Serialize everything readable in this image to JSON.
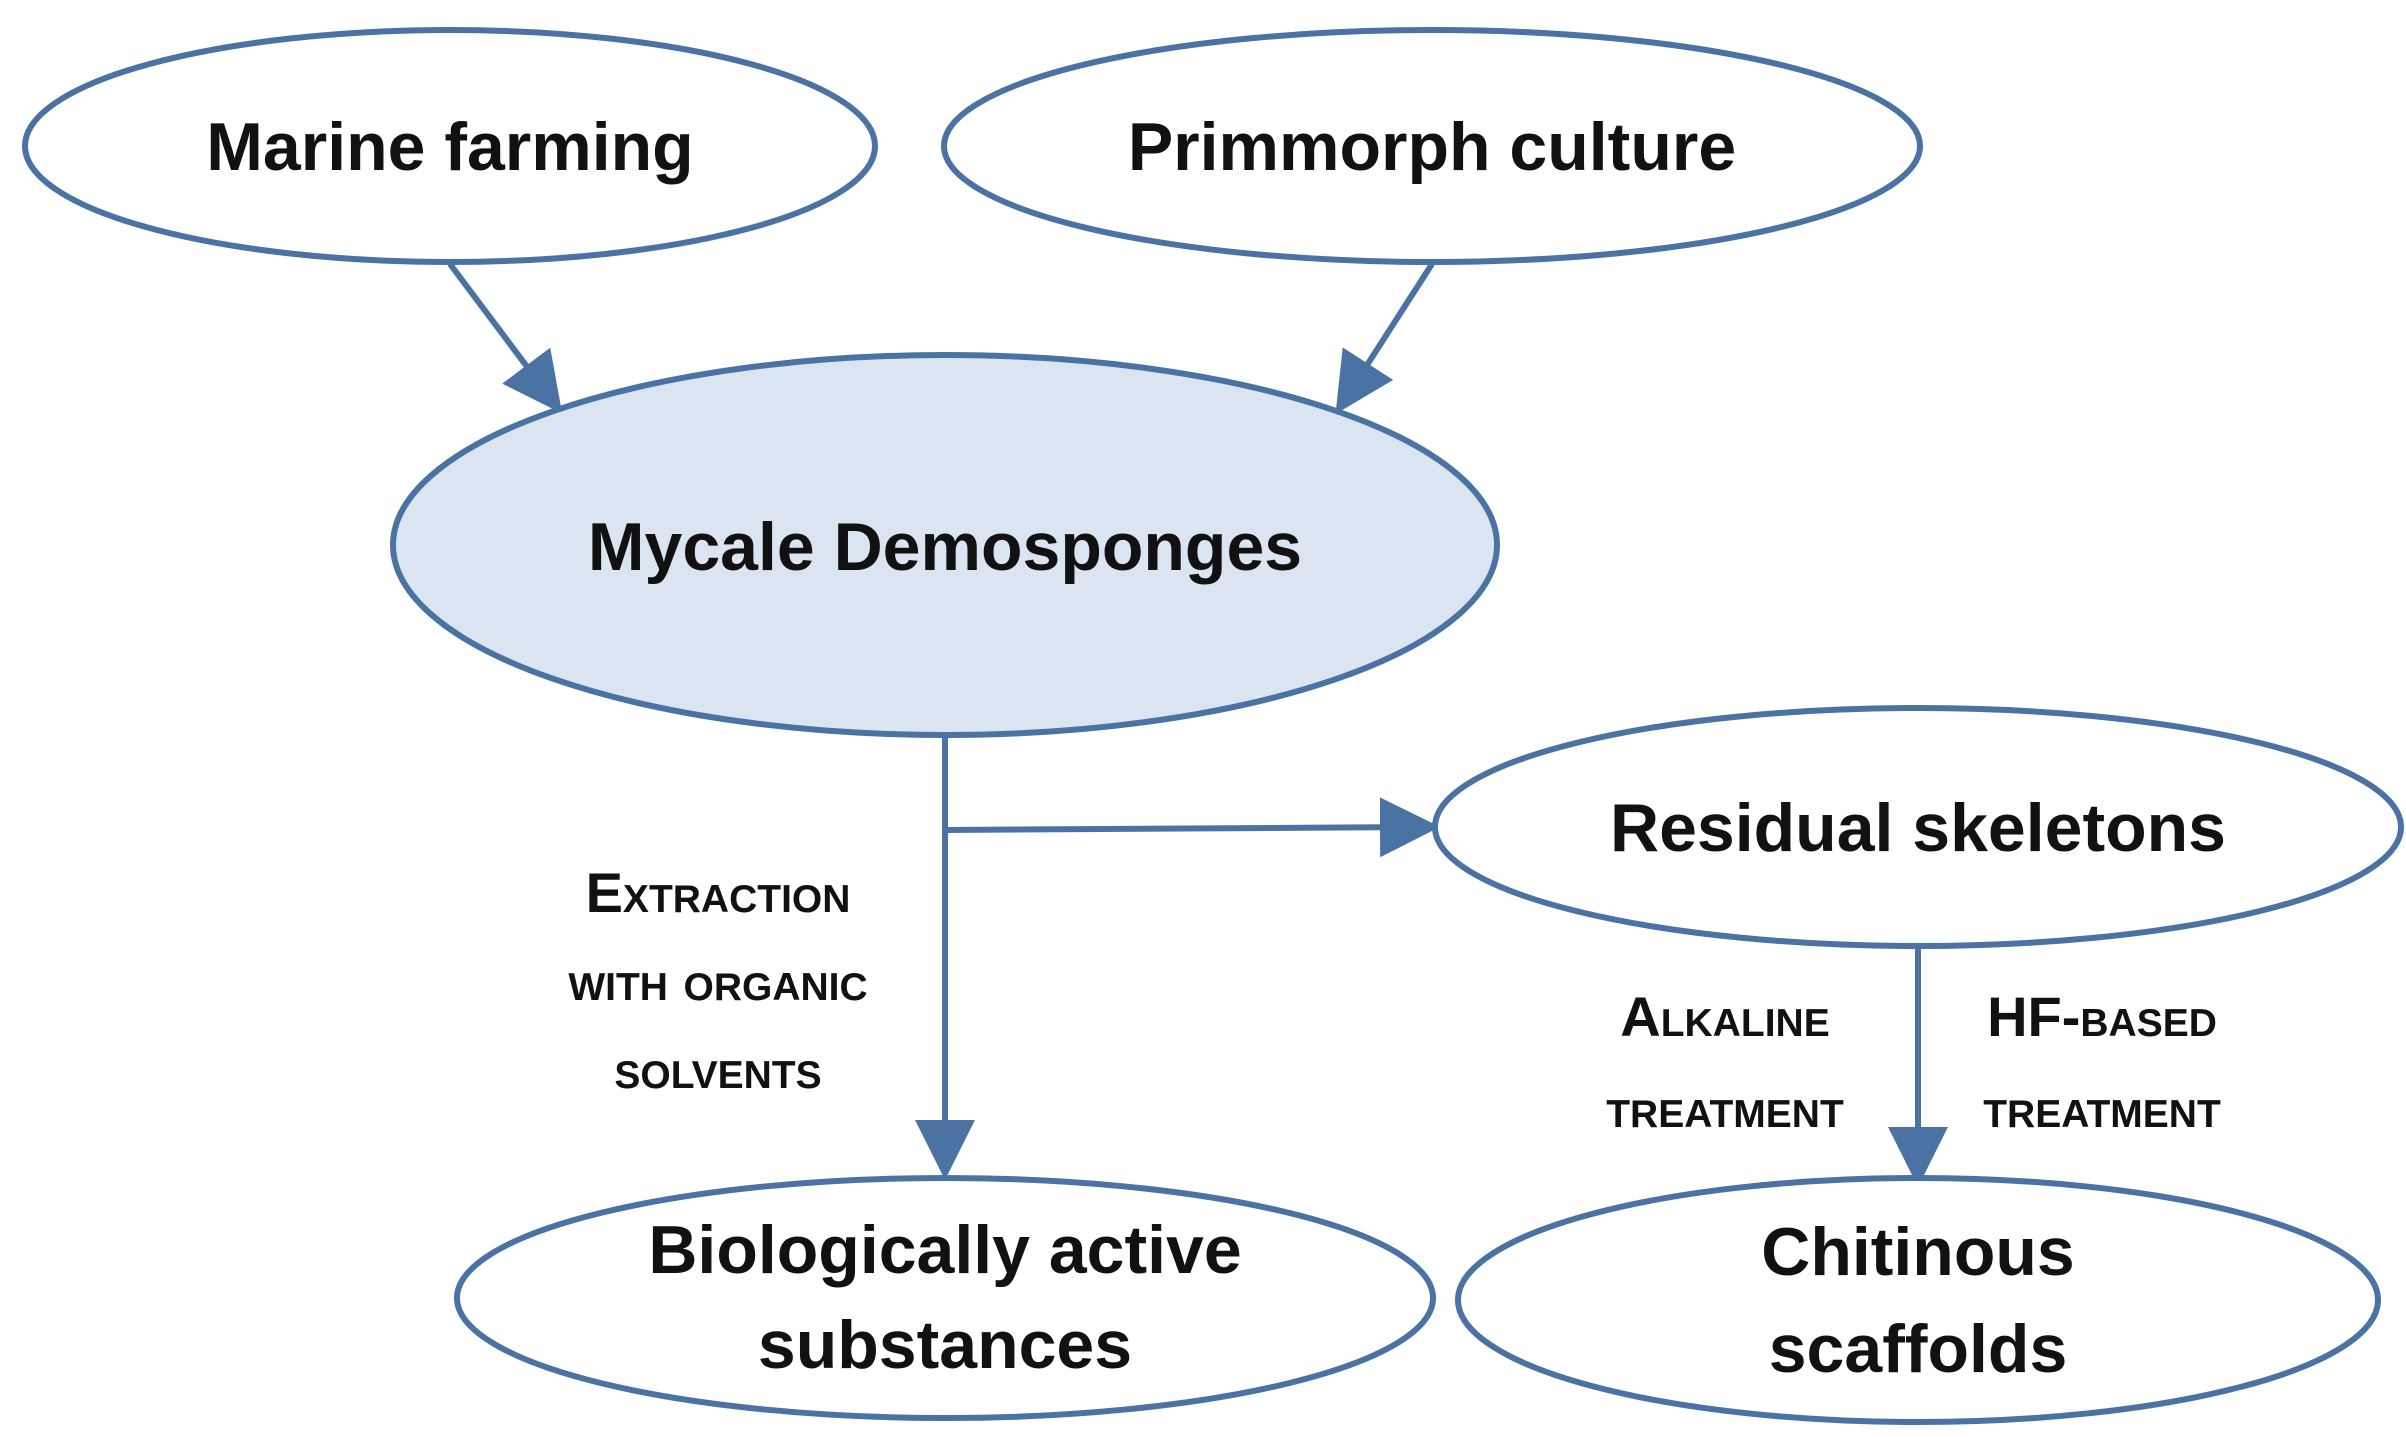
{
  "colors": {
    "stroke": "#4a73a3",
    "highlight_fill": "#dbe5f1",
    "node_fill": "#ffffff",
    "text": "#111111"
  },
  "nodes": {
    "marine_farming": "Marine farming",
    "primmorph_culture": "Primmorph culture",
    "mycale_demosponges": "Mycale Demosponges",
    "residual_skeletons": "Residual skeletons",
    "bio_active_line1": "Biologically active",
    "bio_active_line2": "substances",
    "chitinous_line1": "Chitinous",
    "chitinous_line2": "scaffolds"
  },
  "edges": {
    "extraction": [
      "Extraction",
      "with organic",
      "solvents"
    ],
    "alkaline": [
      "Alkaline",
      "treatment"
    ],
    "hf_based": [
      "HF-based",
      "treatment"
    ]
  }
}
